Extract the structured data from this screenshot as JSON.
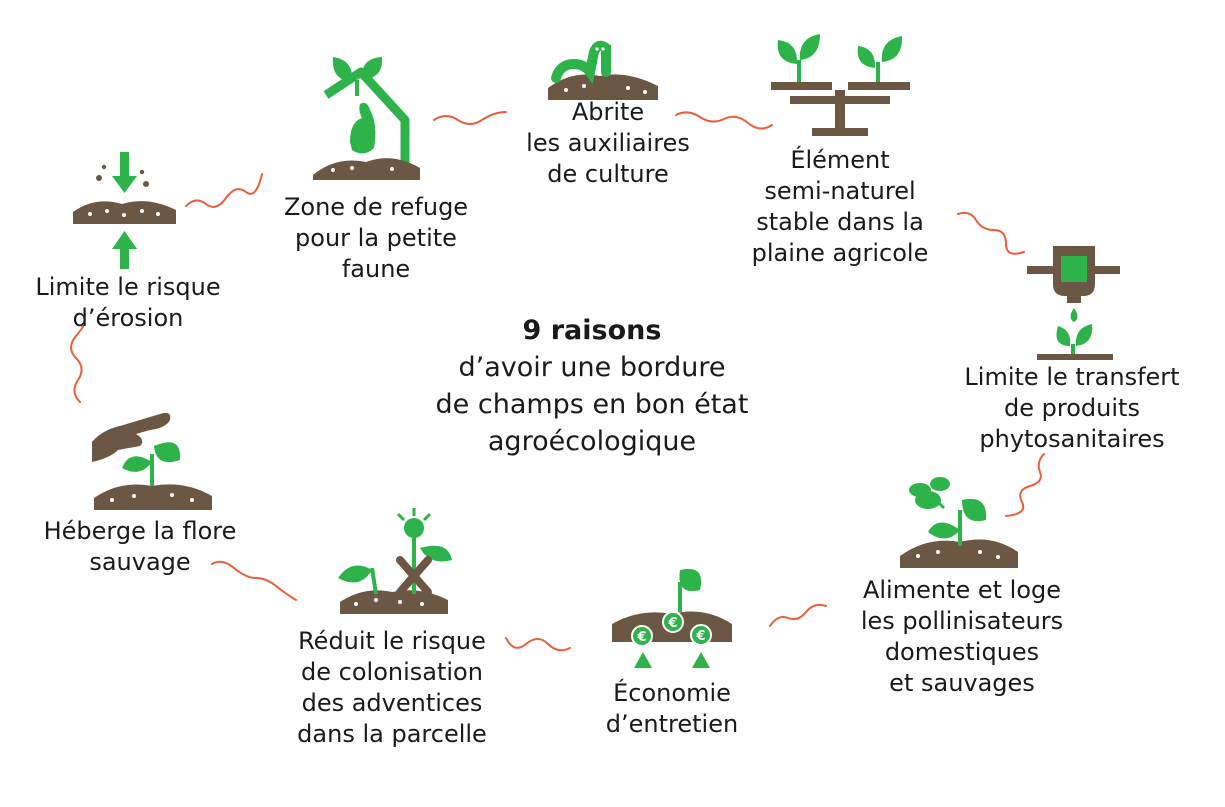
{
  "title": {
    "bold": "9 raisons",
    "lines": [
      "d’avoir une bordure",
      "de champs en bon état",
      "agroécologique"
    ]
  },
  "reasons": [
    {
      "id": "erosion",
      "icon": "soil-compression-icon",
      "lines": [
        "Limite le risque",
        "d’érosion"
      ]
    },
    {
      "id": "refuge",
      "icon": "partridge-shelter-icon",
      "lines": [
        "Zone de refuge",
        "pour la petite",
        "faune"
      ]
    },
    {
      "id": "auxiliaires",
      "icon": "worm-soil-icon",
      "lines": [
        "Abrite",
        "les auxiliaires",
        "de culture"
      ]
    },
    {
      "id": "element",
      "icon": "balance-plants-icon",
      "lines": [
        "Élément",
        "semi-naturel",
        "stable dans la",
        "plaine agricole"
      ]
    },
    {
      "id": "transfert",
      "icon": "filter-drop-plant-icon",
      "lines": [
        "Limite le transfert",
        "de produits",
        "phytosanitaires"
      ]
    },
    {
      "id": "pollinisateurs",
      "icon": "bee-plant-icon",
      "lines": [
        "Alimente et loge",
        "les pollinisateurs",
        "domestiques",
        "et sauvages"
      ]
    },
    {
      "id": "economie",
      "icon": "euro-soil-icon",
      "lines": [
        "Économie",
        "d’entretien"
      ]
    },
    {
      "id": "adventices",
      "icon": "weed-crossed-icon",
      "lines": [
        "Réduit le risque",
        "de colonisation",
        "des adventices",
        "dans la parcelle"
      ]
    },
    {
      "id": "flore",
      "icon": "hand-plant-icon",
      "lines": [
        "Héberge la flore",
        "sauvage"
      ]
    }
  ],
  "colors": {
    "soil": "#6b5744",
    "plant": "#2db34a",
    "connector": "#e8603c",
    "text": "#1a1a1a"
  }
}
